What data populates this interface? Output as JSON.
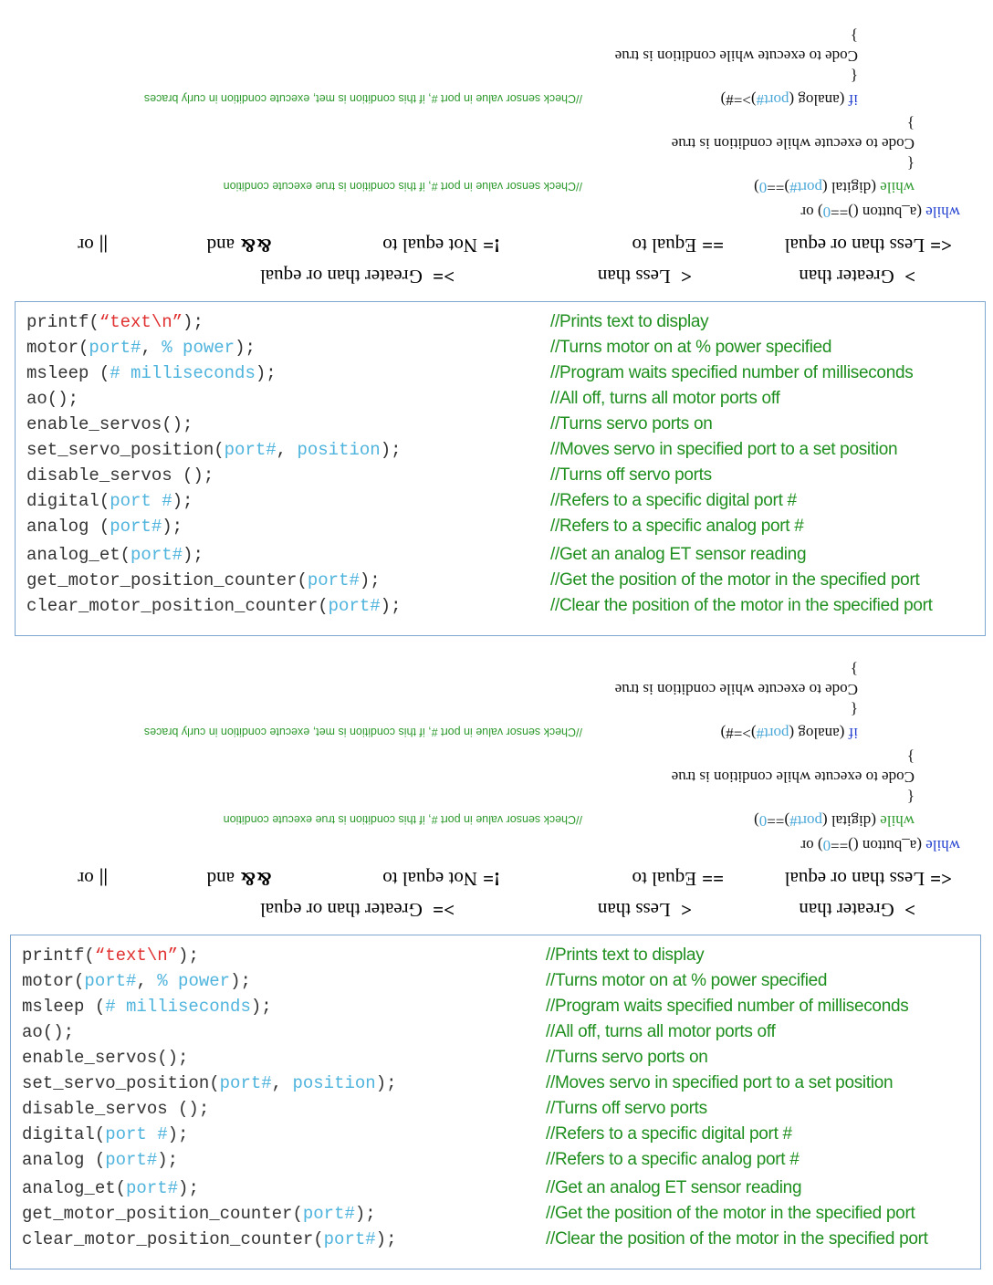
{
  "cards": [
    {
      "operators_row1": [
        {
          "symbol": ">",
          "label": "Greater than"
        },
        {
          "symbol": "<",
          "label": "Less than"
        },
        {
          "symbol": ">=",
          "label": "Greater than or equal"
        }
      ],
      "operators_row2": [
        {
          "symbol": "<=",
          "label": "Less than or equal"
        },
        {
          "symbol": "==",
          "label": "Equal to"
        },
        {
          "symbol": "!=",
          "label": "Not equal to"
        },
        {
          "symbol": "&&",
          "label": "and"
        },
        {
          "symbol": "||",
          "label": "or"
        }
      ],
      "while_button": {
        "kw": "while",
        "pre": " (a_button ()==",
        "num": "0",
        "post": ")  or"
      },
      "while_digital": {
        "kw": "while",
        "pre": " (digital (",
        "arg": "port#",
        "post": ")==",
        "num": "0",
        "end": ")"
      },
      "while_comment": "//Check sensor value in port #, if this condition is true execute condition",
      "open_brace": "{",
      "close_brace": "}",
      "body_text": "Code to execute while condition is true",
      "if_line": {
        "kw": "if",
        "pre": " (analog (",
        "arg": "port#",
        "post": ")>=#)"
      },
      "if_comment": "//Check sensor value in port #, if this condition is met, execute condition in curly braces",
      "reference": [
        {
          "code": [
            {
              "t": "printf(",
              "c": ""
            },
            {
              "t": "“text\\n”",
              "c": "red"
            },
            {
              "t": ");",
              "c": ""
            }
          ],
          "comment": "//Prints text to display"
        },
        {
          "code": [
            {
              "t": "motor(",
              "c": ""
            },
            {
              "t": "port#",
              "c": "blue"
            },
            {
              "t": ", ",
              "c": ""
            },
            {
              "t": "% power",
              "c": "blue"
            },
            {
              "t": ");",
              "c": ""
            }
          ],
          "comment": "//Turns motor on at % power specified"
        },
        {
          "code": [
            {
              "t": "msleep (",
              "c": ""
            },
            {
              "t": "# milliseconds",
              "c": "blue"
            },
            {
              "t": ");",
              "c": ""
            }
          ],
          "comment": "//Program waits specified number of milliseconds"
        },
        {
          "code": [
            {
              "t": "ao();",
              "c": ""
            }
          ],
          "comment": "//All off, turns all motor ports off"
        },
        {
          "code": [
            {
              "t": "enable_servos();",
              "c": ""
            }
          ],
          "comment": "//Turns servo ports on"
        },
        {
          "code": [
            {
              "t": "set_servo_position(",
              "c": ""
            },
            {
              "t": "port#",
              "c": "blue"
            },
            {
              "t": ", ",
              "c": ""
            },
            {
              "t": "position",
              "c": "blue"
            },
            {
              "t": ");",
              "c": ""
            }
          ],
          "comment": "//Moves servo in specified port to a set position"
        },
        {
          "code": [
            {
              "t": "disable_servos ();",
              "c": ""
            }
          ],
          "comment": "//Turns off servo ports"
        },
        {
          "code": [
            {
              "t": "digital(",
              "c": ""
            },
            {
              "t": "port #",
              "c": "blue"
            },
            {
              "t": ");",
              "c": ""
            }
          ],
          "comment": "//Refers to a specific digital port #"
        },
        {
          "code": [
            {
              "t": "analog (",
              "c": ""
            },
            {
              "t": "port#",
              "c": "blue"
            },
            {
              "t": ");",
              "c": ""
            }
          ],
          "comment": "//Refers to a specific analog port #"
        },
        {
          "code": [
            {
              "t": "analog_et(",
              "c": ""
            },
            {
              "t": "port#",
              "c": "blue"
            },
            {
              "t": ");",
              "c": ""
            }
          ],
          "comment": "//Get an analog ET sensor reading"
        },
        {
          "code": [
            {
              "t": "get_motor_position_counter(",
              "c": ""
            },
            {
              "t": "port#",
              "c": "blue"
            },
            {
              "t": ");",
              "c": ""
            }
          ],
          "comment": "//Get the position of the motor in the specified port"
        },
        {
          "code": [
            {
              "t": "clear_motor_position_counter(",
              "c": ""
            },
            {
              "t": "port#",
              "c": "blue"
            },
            {
              "t": ");",
              "c": ""
            }
          ],
          "comment": "//Clear the position of the motor in the specified port"
        }
      ]
    }
  ]
}
